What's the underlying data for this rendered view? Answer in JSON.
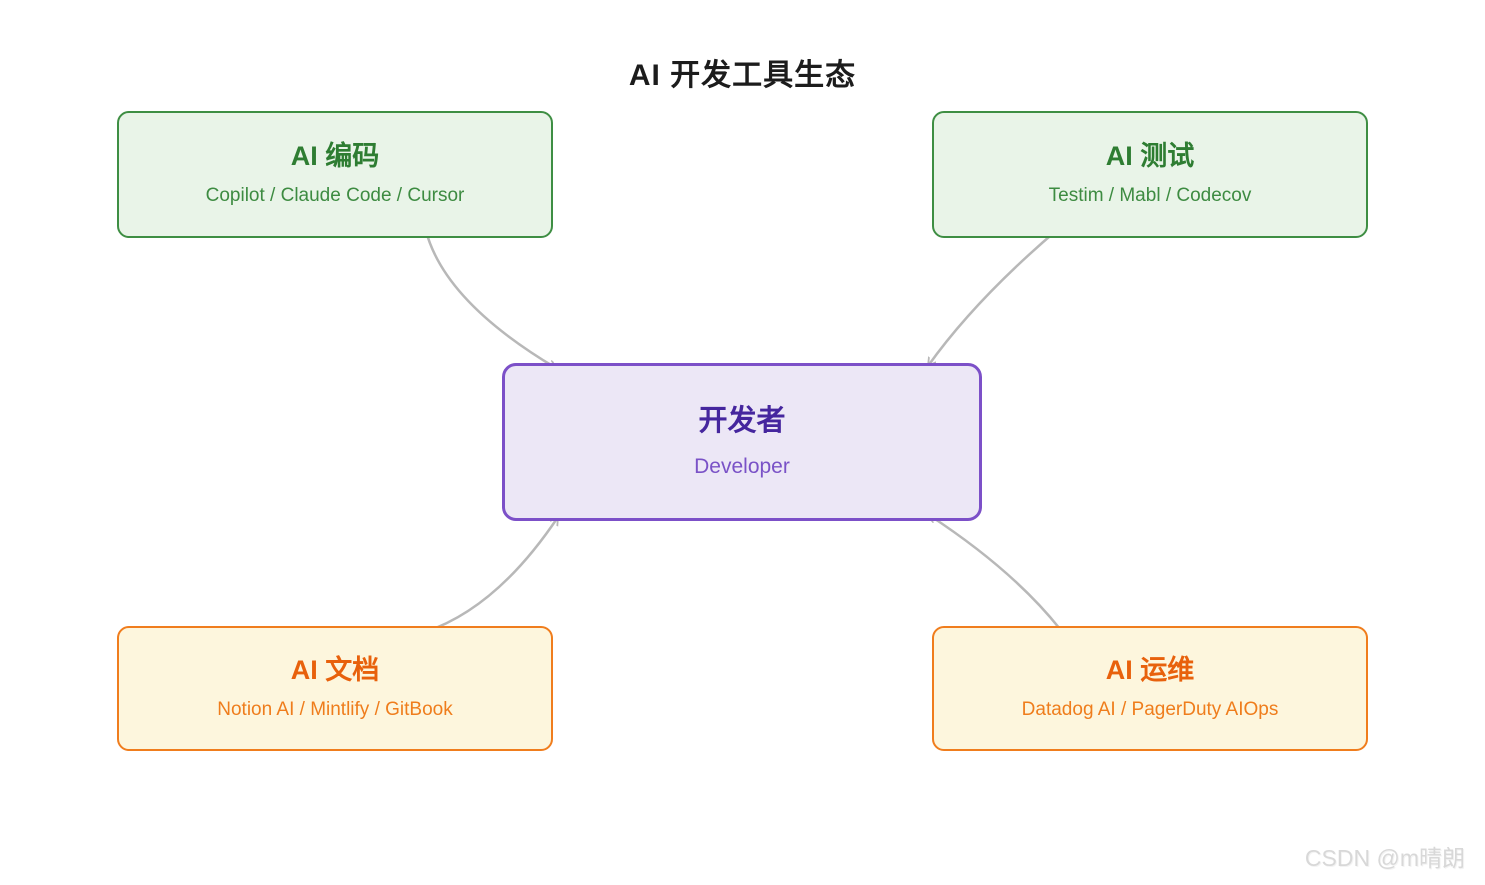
{
  "title": "AI 开发工具生态",
  "nodes": {
    "coding": {
      "heading": "AI 编码",
      "subtitle": "Copilot / Claude Code / Cursor"
    },
    "testing": {
      "heading": "AI 测试",
      "subtitle": "Testim / Mabl / Codecov"
    },
    "developer": {
      "heading": "开发者",
      "subtitle": "Developer"
    },
    "docs": {
      "heading": "AI 文档",
      "subtitle": "Notion AI / Mintlify / GitBook"
    },
    "ops": {
      "heading": "AI 运维",
      "subtitle": "Datadog AI / PagerDuty AIOps"
    }
  },
  "edges": [
    {
      "from": "coding",
      "to": "developer"
    },
    {
      "from": "testing",
      "to": "developer"
    },
    {
      "from": "docs",
      "to": "developer"
    },
    {
      "from": "ops",
      "to": "developer"
    }
  ],
  "colors": {
    "title_text": "#1c1c1c",
    "green_border": "#3e8e43",
    "green_fill": "#e9f4e8",
    "green_heading": "#2e7d32",
    "green_subtitle": "#3d8b41",
    "orange_border": "#f07d1d",
    "orange_fill": "#fdf6dd",
    "orange_heading": "#e8610c",
    "orange_subtitle": "#ef7d1c",
    "purple_border": "#7c50c8",
    "purple_fill": "#ece7f6",
    "purple_heading": "#45269e",
    "purple_subtitle": "#7a52c7",
    "arrow": "#b8b8b8",
    "watermark": "#d8d8d8"
  },
  "watermark": "CSDN @m晴朗"
}
